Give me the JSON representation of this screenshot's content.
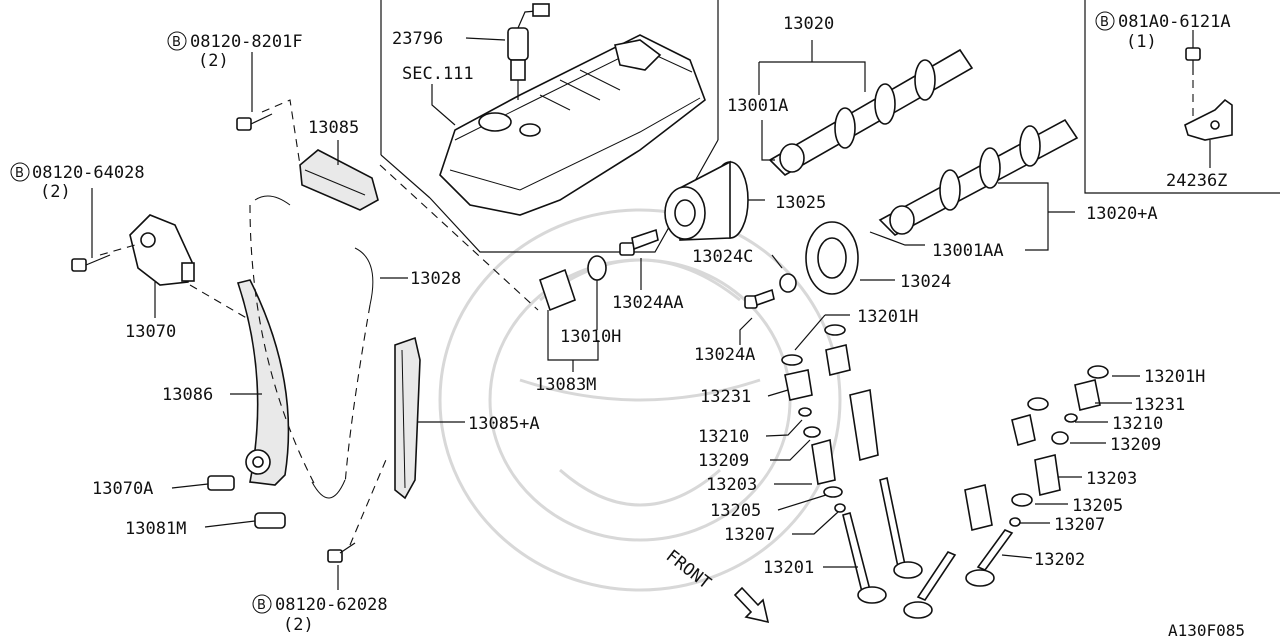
{
  "diagram": {
    "callouts": {
      "bolt_8201f": "08120-8201F",
      "bolt_8201f_qty": "(2)",
      "bolt_64028": "08120-64028",
      "bolt_64028_qty": "(2)",
      "bolt_62028": "08120-62028",
      "bolt_62028_qty": "(2)",
      "bolt_6121a": "081A0-6121A",
      "bolt_6121a_qty": "(1)",
      "b_marker": "B"
    },
    "parts": {
      "p23796": "23796",
      "sec111": "SEC.111",
      "p13085": "13085",
      "p13028": "13028",
      "p13070": "13070",
      "p13086": "13086",
      "p13070a": "13070A",
      "p13081m": "13081M",
      "p13085a": "13085+A",
      "p13010h": "13010H",
      "p13083m": "13083M",
      "p13024aa": "13024AA",
      "p13024a": "13024A",
      "p13020": "13020",
      "p13001a": "13001A",
      "p13025": "13025",
      "p13024c": "13024C",
      "p13024": "13024",
      "p13001aa": "13001AA",
      "p13020a": "13020+A",
      "p24236z": "24236Z",
      "p13201h_l": "13201H",
      "p13231_l": "13231",
      "p13210_l": "13210",
      "p13209_l": "13209",
      "p13203_l": "13203",
      "p13205_l": "13205",
      "p13207_l": "13207",
      "p13201": "13201",
      "p13201h_r": "13201H",
      "p13231_r": "13231",
      "p13210_r": "13210",
      "p13209_r": "13209",
      "p13203_r": "13203",
      "p13205_r": "13205",
      "p13207_r": "13207",
      "p13202": "13202"
    },
    "front_label": "FRONT",
    "figure_code": "A130F085"
  }
}
